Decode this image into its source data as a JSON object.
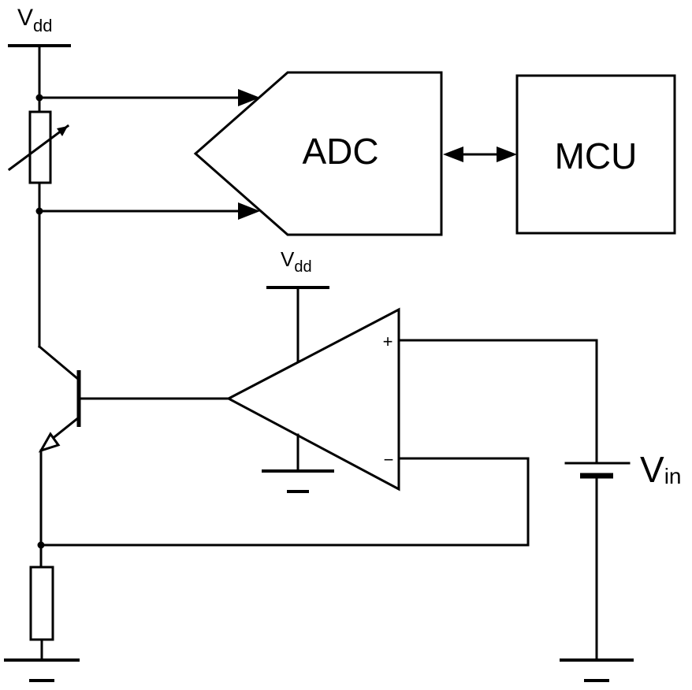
{
  "labels": {
    "vdd_top": {
      "main": "V",
      "sub": "dd"
    },
    "vdd_opamp": {
      "main": "V",
      "sub": "dd"
    },
    "vin": {
      "main": "V",
      "sub": "in"
    },
    "adc": "ADC",
    "mcu": "MCU",
    "opamp_plus": "+",
    "opamp_minus": "−"
  }
}
